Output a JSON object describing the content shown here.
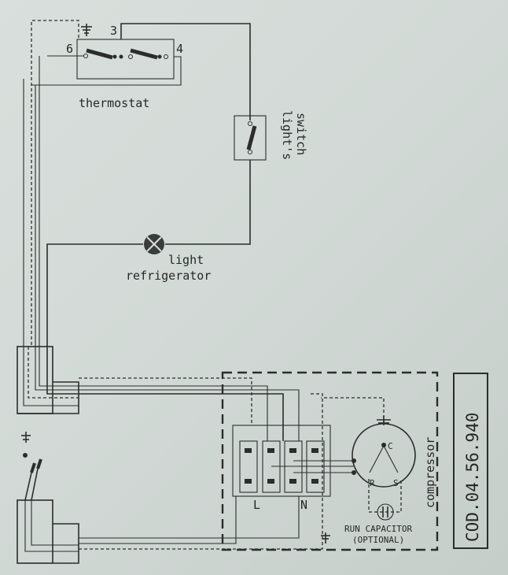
{
  "diagram": {
    "thermostat": {
      "label": "thermostat",
      "terminals": [
        "6",
        "3",
        "4"
      ]
    },
    "light_switch": {
      "label_line1": "light's",
      "label_line2": "switch"
    },
    "lamp": {
      "label_line1": "light",
      "label_line2": "refrigerator"
    },
    "terminal_block": {
      "labels": [
        "L",
        "N"
      ]
    },
    "compressor": {
      "label": "compressor",
      "terminals": [
        "C",
        "R",
        "S"
      ]
    },
    "run_capacitor": {
      "label_line1": "RUN CAPACITOR",
      "label_line2": "(OPTIONAL)"
    },
    "code": "COD.04.56.940",
    "colors": {
      "paper": "#d6dcd9",
      "ink": "#2b2d2c"
    }
  }
}
